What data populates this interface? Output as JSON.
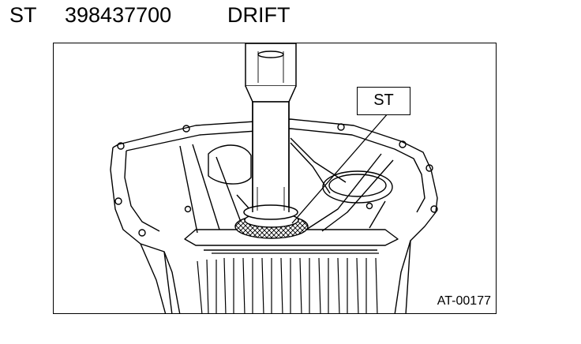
{
  "header": {
    "code": "ST",
    "part_number": "398437700",
    "tool_name": "DRIFT"
  },
  "figure": {
    "callout_label": "ST",
    "figure_id": "AT-00177"
  }
}
